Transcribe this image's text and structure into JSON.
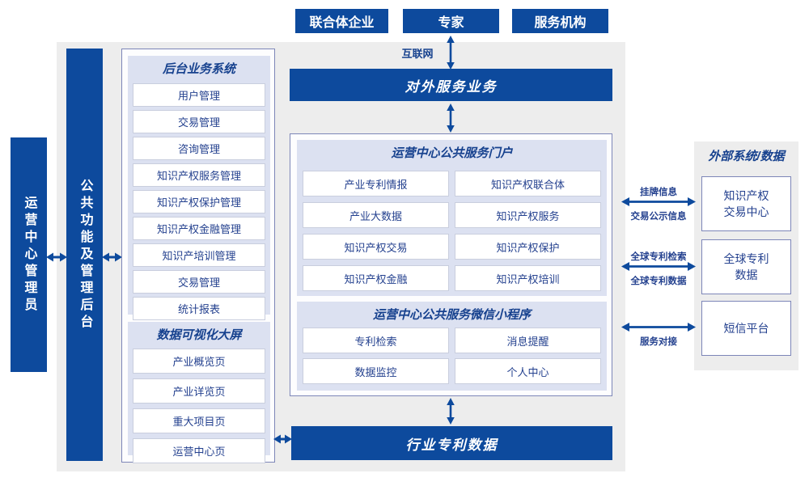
{
  "colors": {
    "primary_blue": "#0d4a9d",
    "navy_text": "#24418f",
    "lavender_section": "#dce1f1",
    "panel_gray": "#ededed",
    "outer_border": "#7d86b8"
  },
  "actors": [
    {
      "label": "联合体企业"
    },
    {
      "label": "专家"
    },
    {
      "label": "服务机构"
    }
  ],
  "internet_label": "互联网",
  "external_service_bar": "对外服务业务",
  "admin_bar": "运营中心管理员",
  "backend_functions_bar": "公共功能及管理后台",
  "backend_system": {
    "title": "后台业务系统",
    "items": [
      "用户管理",
      "交易管理",
      "咨询管理",
      "知识产权服务管理",
      "知识产权保护管理",
      "知识产权金融管理",
      "知识产培训管理",
      "交易管理",
      "统计报表"
    ]
  },
  "dashboard": {
    "title": "数据可视化大屏",
    "items": [
      "产业概览页",
      "产业详览页",
      "重大项目页",
      "运营中心页"
    ]
  },
  "portal": {
    "title": "运营中心公共服务门户",
    "items": [
      "产业专利情报",
      "知识产权联合体",
      "产业大数据",
      "知识产权服务",
      "知识产权交易",
      "知识产权保护",
      "知识产权金融",
      "知识产权培训"
    ]
  },
  "miniprogram": {
    "title": "运营中心公共服务微信小程序",
    "items": [
      "专利检索",
      "消息提醒",
      "数据监控",
      "个人中心"
    ]
  },
  "industry_patent_bar": "行业专利数据",
  "external_panel": {
    "title": "外部系统/数据",
    "boxes": [
      {
        "line1": "知识产权",
        "line2": "交易中心"
      },
      {
        "line1": "全球专利",
        "line2": "数据"
      },
      {
        "line1": "短信平台",
        "line2": ""
      }
    ]
  },
  "link_labels": {
    "listing_info": "挂牌信息",
    "trade_publicity_info": "交易公示信息",
    "global_patent_search": "全球专利检索",
    "global_patent_data": "全球专利数据",
    "service_connection": "服务对接"
  }
}
